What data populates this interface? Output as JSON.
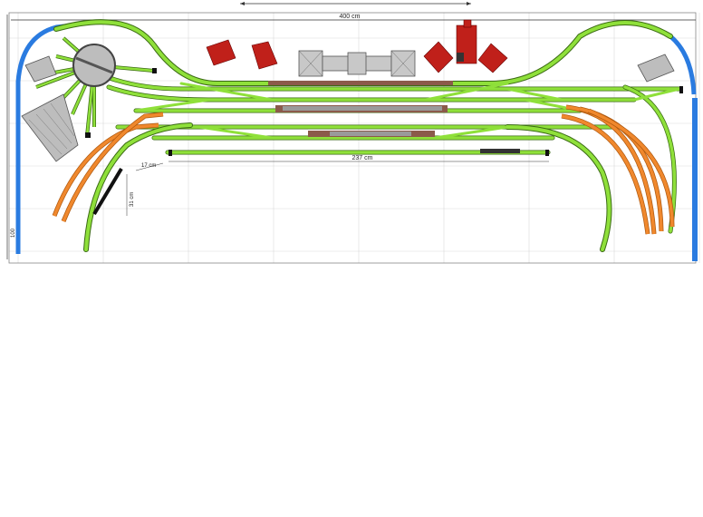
{
  "diagram": {
    "dimension_labels": {
      "top": "400 cm",
      "bottom": "237 cm",
      "small_width": "17 cm",
      "small_height": "31 cm",
      "left_side": "100"
    }
  },
  "colors": {
    "track": "#8fe03a",
    "track_dark": "#3b6b14",
    "track_orange": "#f0882d",
    "track_blue": "#2a7be0",
    "grid": "#d9d9d9",
    "platform": "#8b5a4a",
    "roof_red": "#c0201a",
    "roof_grey": "#b9b9b9",
    "buffer": "#111111"
  }
}
